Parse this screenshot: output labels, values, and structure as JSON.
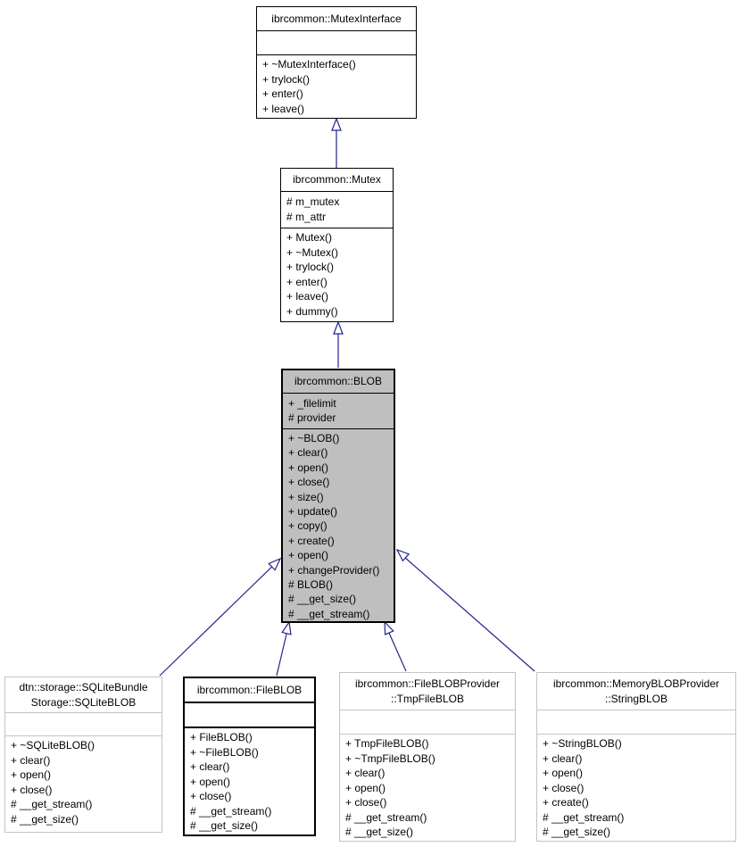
{
  "diagram": {
    "kind": "uml-class-inheritance",
    "highlighted_class": "ibrcommon::BLOB",
    "colors": {
      "edge": "#23238f",
      "highlight_fill": "#bfbfbf",
      "muted_border": "#c4c4c4",
      "border": "#000000",
      "background": "#ffffff"
    }
  },
  "classes": [
    {
      "name": "ibrcommon::MutexInterface",
      "title_lines": [
        "ibrcommon::MutexInterface"
      ],
      "attributes": [],
      "methods": [
        "+ ~MutexInterface()",
        "+ trylock()",
        "+ enter()",
        "+ leave()"
      ]
    },
    {
      "name": "ibrcommon::Mutex",
      "title_lines": [
        "ibrcommon::Mutex"
      ],
      "attributes": [
        "# m_mutex",
        "# m_attr"
      ],
      "methods": [
        "+ Mutex()",
        "+ ~Mutex()",
        "+ trylock()",
        "+ enter()",
        "+ leave()",
        "+ dummy()"
      ]
    },
    {
      "name": "ibrcommon::BLOB",
      "title_lines": [
        "ibrcommon::BLOB"
      ],
      "attributes": [
        "+ _filelimit",
        "# provider"
      ],
      "methods": [
        "+ ~BLOB()",
        "+ clear()",
        "+ open()",
        "+ close()",
        "+ size()",
        "+ update()",
        "+ copy()",
        "+ create()",
        "+ open()",
        "+ changeProvider()",
        "# BLOB()",
        "# __get_size()",
        "# __get_stream()"
      ]
    },
    {
      "name": "dtn::storage::SQLiteBundleStorage::SQLiteBLOB",
      "title_lines": [
        "dtn::storage::SQLiteBundle",
        "Storage::SQLiteBLOB"
      ],
      "attributes": [],
      "methods": [
        "+ ~SQLiteBLOB()",
        "+ clear()",
        "+ open()",
        "+ close()",
        "# __get_stream()",
        "# __get_size()"
      ]
    },
    {
      "name": "ibrcommon::FileBLOB",
      "title_lines": [
        "ibrcommon::FileBLOB"
      ],
      "attributes": [],
      "methods": [
        "+ FileBLOB()",
        "+ ~FileBLOB()",
        "+ clear()",
        "+ open()",
        "+ close()",
        "# __get_stream()",
        "# __get_size()"
      ]
    },
    {
      "name": "ibrcommon::FileBLOBProvider::TmpFileBLOB",
      "title_lines": [
        "ibrcommon::FileBLOBProvider",
        "::TmpFileBLOB"
      ],
      "attributes": [],
      "methods": [
        "+ TmpFileBLOB()",
        "+ ~TmpFileBLOB()",
        "+ clear()",
        "+ open()",
        "+ close()",
        "# __get_stream()",
        "# __get_size()"
      ]
    },
    {
      "name": "ibrcommon::MemoryBLOBProvider::StringBLOB",
      "title_lines": [
        "ibrcommon::MemoryBLOBProvider",
        "::StringBLOB"
      ],
      "attributes": [],
      "methods": [
        "+ ~StringBLOB()",
        "+ clear()",
        "+ open()",
        "+ close()",
        "+ create()",
        "# __get_stream()",
        "# __get_size()"
      ]
    }
  ],
  "edges": [
    {
      "from": "ibrcommon::Mutex",
      "to": "ibrcommon::MutexInterface",
      "relation": "public inheritance"
    },
    {
      "from": "ibrcommon::BLOB",
      "to": "ibrcommon::Mutex",
      "relation": "public inheritance"
    },
    {
      "from": "dtn::storage::SQLiteBundleStorage::SQLiteBLOB",
      "to": "ibrcommon::BLOB",
      "relation": "public inheritance"
    },
    {
      "from": "ibrcommon::FileBLOB",
      "to": "ibrcommon::BLOB",
      "relation": "public inheritance"
    },
    {
      "from": "ibrcommon::FileBLOBProvider::TmpFileBLOB",
      "to": "ibrcommon::BLOB",
      "relation": "public inheritance"
    },
    {
      "from": "ibrcommon::MemoryBLOBProvider::StringBLOB",
      "to": "ibrcommon::BLOB",
      "relation": "public inheritance"
    }
  ]
}
